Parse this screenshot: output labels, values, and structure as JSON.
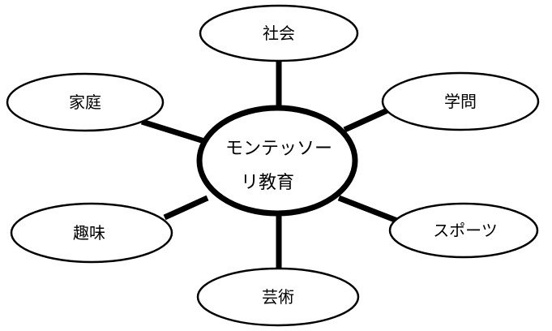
{
  "diagram": {
    "center": {
      "line1": "モンテッソー",
      "line2": "リ教育"
    },
    "nodes": {
      "shakai": "社会",
      "gakumon": "学問",
      "sports": "スポーツ",
      "geijutsu": "芸術",
      "shumi": "趣味",
      "katei": "家庭"
    }
  },
  "colors": {
    "stroke": "#000000",
    "fill": "#ffffff"
  }
}
